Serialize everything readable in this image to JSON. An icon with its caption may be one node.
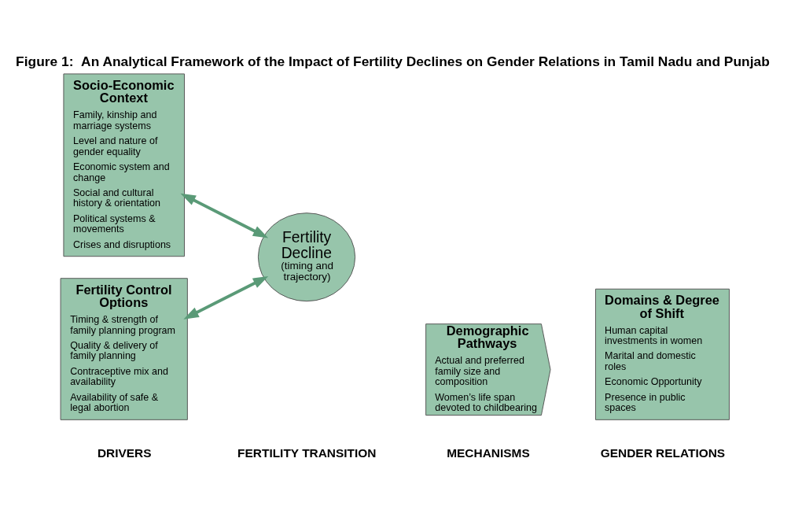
{
  "diagram": {
    "title": "Figure 1:  An Analytical Framework of the Impact of Fertility Declines on Gender Relations in Tamil Nadu and Punjab",
    "nodes": [
      {
        "text": [
          "Socio-Economic Context",
          "Family, kinship and marriage systems",
          "Level and nature of gender equality",
          "Economic system and change",
          "Social and cultural history & orientation",
          "Political systems & movements",
          "Crises and disruptions"
        ]
      },
      {
        "text": [
          "Fertility Control Options",
          "Timing & strength of family planning program",
          "Quality & delivery of family planning",
          "Contraceptive mix and availability",
          "Availability of safe & legal abortion"
        ]
      },
      {
        "text": [
          "Fertility Decline",
          "(timing and trajectory)"
        ]
      },
      {
        "text": [
          "Demographic Pathways",
          "Actual and preferred family size and composition",
          "Women’s life span devoted to childbearing"
        ]
      },
      {
        "text": [
          "Domains & Degree of Shift",
          "Human capital investments in women",
          "Marital and domestic roles",
          "Economic Opportunity",
          "Presence in public spaces"
        ]
      }
    ],
    "edges": [
      {
        "from": 0,
        "to": 2,
        "arrow": "both"
      },
      {
        "from": 1,
        "to": 2,
        "arrow": "both"
      }
    ],
    "labels": [
      "DRIVERS",
      "FERTILITY TRANSITION",
      "MECHANISMS",
      "GENDER RELATIONS"
    ]
  }
}
